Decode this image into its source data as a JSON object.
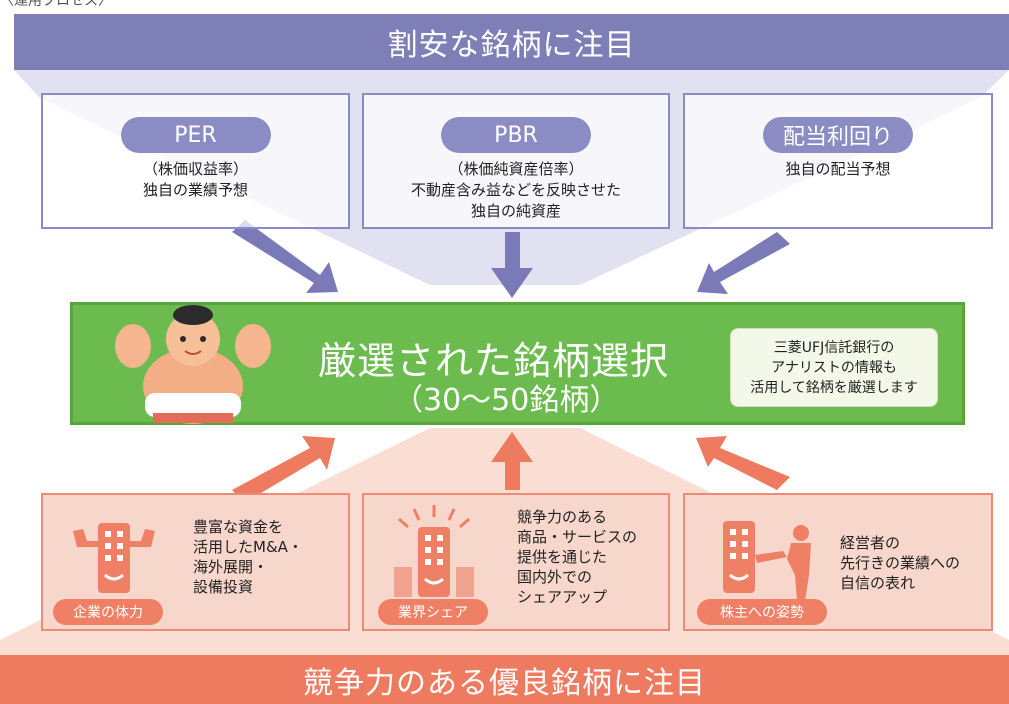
{
  "top_banner": "割安な銘柄に注目",
  "top_cards": [
    {
      "label": "PER",
      "line1": "（株価収益率）",
      "line2": "独自の業績予想",
      "line3": ""
    },
    {
      "label": "PBR",
      "line1": "（株価純資産倍率）",
      "line2": "不動産含み益などを反映させた",
      "line3": "独自の純資産"
    },
    {
      "label": "配当利回り",
      "line1": "独自の配当予想",
      "line2": "",
      "line3": ""
    }
  ],
  "center": {
    "title": "厳選された銘柄選択",
    "subtitle": "（30〜50銘柄）",
    "note_line1": "三菱UFJ信託銀行の",
    "note_line2": "アナリストの情報も",
    "note_line3": "活用して銘柄を厳選します"
  },
  "bottom_cards": [
    {
      "label": "企業の体力",
      "lines": [
        "豊富な資金を",
        "活用したM&A・",
        "海外展開・",
        "設備投資"
      ],
      "icon": "strong-building-icon"
    },
    {
      "label": "業界シェア",
      "lines": [
        "競争力のある",
        "商品・サービスの",
        "提供を通じた",
        "国内外での",
        "シェアアップ"
      ],
      "icon": "shining-building-icon"
    },
    {
      "label": "株主への姿勢",
      "lines": [
        "経営者の",
        "先行きの業績への",
        "自信の表れ"
      ],
      "icon": "handshake-building-icon"
    }
  ],
  "bottom_banner": "競争力のある優良銘柄に注目",
  "colors": {
    "blue": "#7f7fb7",
    "green": "#6cbb4e",
    "red": "#ee7a5f",
    "pink_bg": "#f7d6cb"
  }
}
